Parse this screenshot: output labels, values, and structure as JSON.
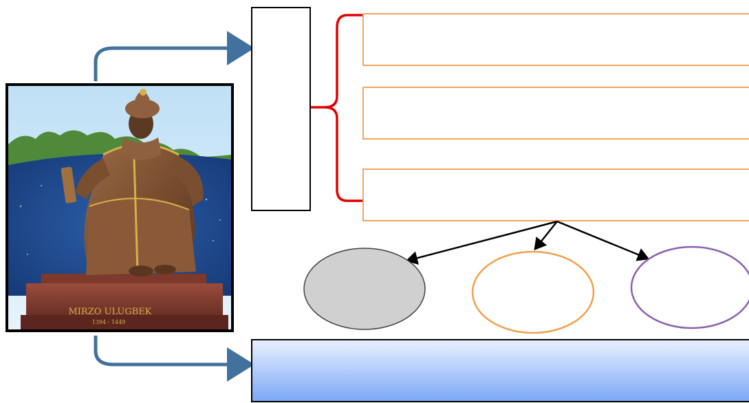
{
  "photo": {
    "subject": "statue of a seated man in robes and turban holding a scroll",
    "pedestal_text": "MIRZO ULUGBEK",
    "pedestal_years": "1394 - 1449",
    "frame_color": "#000000"
  },
  "diagram": {
    "arrow_color": "#41719C",
    "brace_color": "#E00000",
    "tall_box_border": "#000000",
    "rect_border": "#F4A460",
    "bottom_box_gradient": [
      "#EAF1FF",
      "#7AA7F7"
    ],
    "ellipses": [
      {
        "name": "gray-ellipse",
        "fill": "#D0D0D0",
        "stroke": "#404040"
      },
      {
        "name": "orange-ellipse",
        "fill": "#FFFFFF",
        "stroke": "#F0A050"
      },
      {
        "name": "purple-ellipse",
        "fill": "#FFFFFF",
        "stroke": "#8A5FB0"
      }
    ]
  }
}
